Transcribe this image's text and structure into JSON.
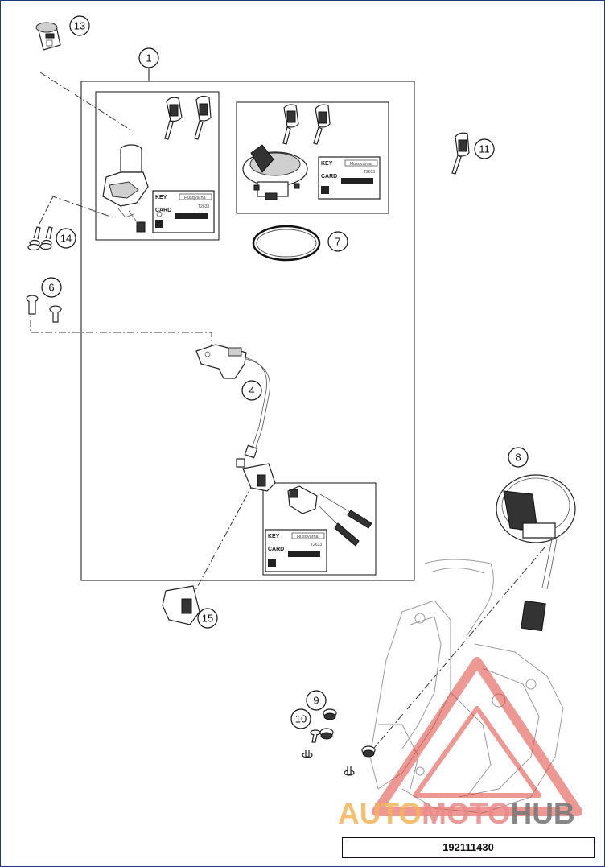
{
  "diagram": {
    "callouts": [
      "1",
      "4",
      "6",
      "7",
      "8",
      "9",
      "10",
      "11",
      "13",
      "14",
      "15"
    ],
    "key_card": {
      "title_line1": "KEY",
      "title_line2": "CARD",
      "brand": "Husqvarna",
      "code": "T2633"
    }
  },
  "watermark": {
    "part1": "AUTO",
    "part2": "MOTO",
    "part3": "HUB",
    "colors": {
      "part1": "#f4b45a",
      "part2": "#e98a8a",
      "part3": "#7a7a7a"
    }
  },
  "reference": {
    "number": "192111430"
  }
}
